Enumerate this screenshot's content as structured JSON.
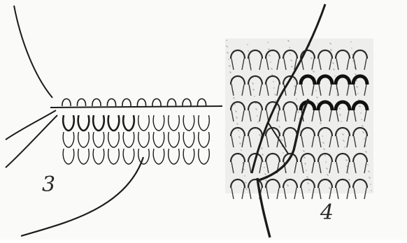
{
  "figures": [
    {
      "id": "fig-3",
      "number": "3"
    },
    {
      "id": "fig-4",
      "number": "4"
    }
  ],
  "colors": {
    "paper": "#f7f7f5",
    "ink": "#1c1c1c",
    "stipple": "#c9c9c9"
  },
  "icons": {
    "yarn_strand": "thread-line",
    "needle": "darning-needle",
    "stitch_loop": "knit-loop"
  }
}
